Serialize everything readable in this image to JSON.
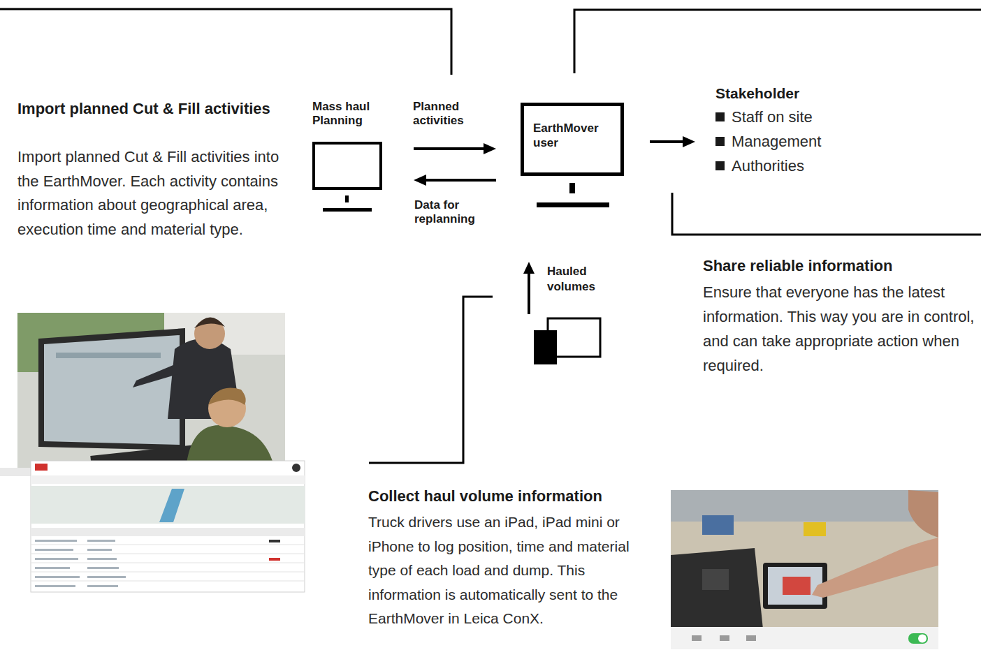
{
  "diagram": {
    "nodes": [
      {
        "text": [
          "Mass haul Planning"
        ]
      },
      {
        "text": [
          "EarthMover user"
        ]
      },
      {
        "text": [
          "Stakeholder",
          "Staff on site",
          "Management",
          "Authorities"
        ]
      }
    ],
    "edges": [
      {
        "from": 0,
        "to": 1,
        "label": "Planned activities",
        "arrow": "to"
      },
      {
        "from": 1,
        "to": 0,
        "label": "Data for replanning",
        "arrow": "to"
      },
      {
        "from": 1,
        "to": 2,
        "arrow": "to"
      }
    ],
    "labels": [
      "Import planned Cut & Fill activities",
      "Import planned Cut & Fill activities into the EarthMover. Each activity contains information about geographical area, execution time and material type.",
      "Hauled volumes",
      "Share reliable information",
      "Ensure that everyone has the latest information. This way you are in control, and can take appropriate action when required.",
      "Collect haul volume information",
      "Truck drivers use an iPad, iPad mini or iPhone to log position, time and material type of each load and dump. This information is automatically sent to the EarthMover in Leica ConX."
    ]
  }
}
